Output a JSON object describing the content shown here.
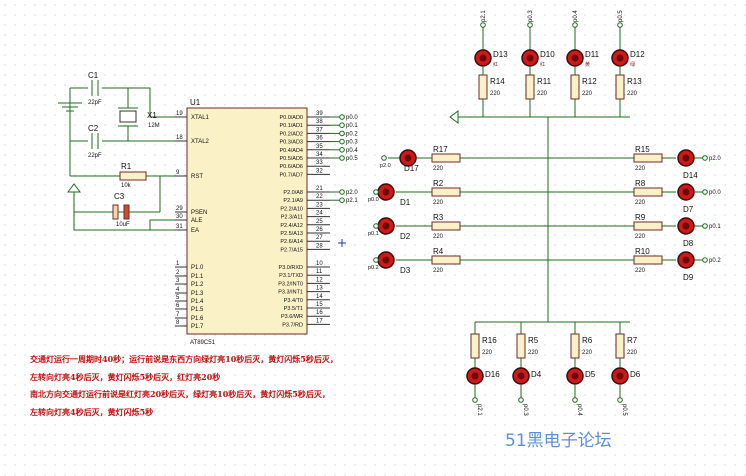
{
  "mcu": {
    "ref": "U1",
    "part": "AT89C51",
    "left_pins": [
      {
        "num": "19",
        "name": "XTAL1"
      },
      {
        "num": "18",
        "name": "XTAL2"
      },
      {
        "num": "9",
        "name": "RST"
      },
      {
        "num": "29",
        "name": "PSEN"
      },
      {
        "num": "30",
        "name": "ALE"
      },
      {
        "num": "31",
        "name": "EA"
      },
      {
        "num": "1",
        "name": "P1.0"
      },
      {
        "num": "2",
        "name": "P1.1"
      },
      {
        "num": "3",
        "name": "P1.2"
      },
      {
        "num": "4",
        "name": "P1.3"
      },
      {
        "num": "5",
        "name": "P1.4"
      },
      {
        "num": "6",
        "name": "P1.5"
      },
      {
        "num": "7",
        "name": "P1.6"
      },
      {
        "num": "8",
        "name": "P1.7"
      }
    ],
    "right_pins": [
      {
        "num": "39",
        "name": "P0.0/AD0",
        "net": "p0.0"
      },
      {
        "num": "38",
        "name": "P0.1/AD1",
        "net": "p0.1"
      },
      {
        "num": "37",
        "name": "P0.2/AD2",
        "net": "p0.2"
      },
      {
        "num": "36",
        "name": "P0.3/AD3",
        "net": "p0.3"
      },
      {
        "num": "35",
        "name": "P0.4/AD4",
        "net": "p0.4"
      },
      {
        "num": "34",
        "name": "P0.5/AD5",
        "net": "p0.5"
      },
      {
        "num": "33",
        "name": "P0.6/AD6",
        "net": ""
      },
      {
        "num": "32",
        "name": "P0.7/AD7",
        "net": ""
      },
      {
        "num": "21",
        "name": "P2.0/A8",
        "net": "p2.0"
      },
      {
        "num": "22",
        "name": "P2.1/A9",
        "net": "p2.1"
      },
      {
        "num": "23",
        "name": "P2.2/A10",
        "net": ""
      },
      {
        "num": "24",
        "name": "P2.3/A11",
        "net": ""
      },
      {
        "num": "25",
        "name": "P2.4/A12",
        "net": ""
      },
      {
        "num": "26",
        "name": "P2.5/A13",
        "net": ""
      },
      {
        "num": "27",
        "name": "P2.6/A14",
        "net": ""
      },
      {
        "num": "28",
        "name": "P2.7/A15",
        "net": ""
      },
      {
        "num": "10",
        "name": "P3.0/RXD",
        "net": ""
      },
      {
        "num": "11",
        "name": "P3.1/TXD",
        "net": ""
      },
      {
        "num": "12",
        "name": "P3.2/INT0",
        "net": ""
      },
      {
        "num": "13",
        "name": "P3.3/INT1",
        "net": ""
      },
      {
        "num": "14",
        "name": "P3.4/T0",
        "net": ""
      },
      {
        "num": "15",
        "name": "P3.5/T1",
        "net": ""
      },
      {
        "num": "16",
        "name": "P3.6/WR",
        "net": ""
      },
      {
        "num": "17",
        "name": "P3.7/RD",
        "net": ""
      }
    ]
  },
  "support": {
    "c1": {
      "ref": "C1",
      "value": "22pF"
    },
    "c2": {
      "ref": "C2",
      "value": "22pF"
    },
    "x1": {
      "ref": "X1",
      "value": "12M"
    },
    "r1": {
      "ref": "R1",
      "value": "10k"
    },
    "c3": {
      "ref": "C3",
      "value": "10uF"
    }
  },
  "top_group": [
    {
      "net": "p2.1",
      "led": "D13",
      "color": "红",
      "res": "R14",
      "value": "220"
    },
    {
      "net": "p0.3",
      "led": "D10",
      "color": "红",
      "res": "R11",
      "value": "220"
    },
    {
      "net": "p0.4",
      "led": "D11",
      "color": "黄",
      "res": "R12",
      "value": "220"
    },
    {
      "net": "p0.5",
      "led": "D12",
      "color": "绿",
      "res": "R13",
      "value": "220"
    }
  ],
  "left_group": [
    {
      "net": "p2.0",
      "led": "D17",
      "color": "",
      "res": "R17",
      "value": "220"
    },
    {
      "net": "p0.0",
      "led": "D1",
      "color": "",
      "res": "R2",
      "value": "220"
    },
    {
      "net": "p0.1",
      "led": "D2",
      "color": "",
      "res": "R3",
      "value": "220"
    },
    {
      "net": "p0.2",
      "led": "D3",
      "color": "",
      "res": "R4",
      "value": "220"
    }
  ],
  "right_group": [
    {
      "net": "p2.0",
      "led": "D14",
      "color": "",
      "res": "R15",
      "value": "220"
    },
    {
      "net": "p0.0",
      "led": "D7",
      "color": "",
      "res": "R8",
      "value": "220"
    },
    {
      "net": "p0.1",
      "led": "D8",
      "color": "",
      "res": "R9",
      "value": "220"
    },
    {
      "net": "p0.2",
      "led": "D9",
      "color": "",
      "res": "R10",
      "value": "220"
    }
  ],
  "bottom_group": [
    {
      "net": "p2.1",
      "led": "D16",
      "color": "",
      "res": "R16",
      "value": "220"
    },
    {
      "net": "p0.3",
      "led": "D4",
      "color": "",
      "res": "R5",
      "value": "220"
    },
    {
      "net": "p0.4",
      "led": "D5",
      "color": "",
      "res": "R6",
      "value": "220"
    },
    {
      "net": "p0.5",
      "led": "D6",
      "color": "",
      "res": "R7",
      "value": "220"
    }
  ],
  "notes": [
    "交通灯运行一周期时40秒；运行前说是东西方向绿灯亮10秒后灭，黄灯闪烁5秒后灭，",
    "左转向灯亮4秒后灭，黄灯闪烁5秒后灭，红灯亮20秒",
    "南北方向交通灯运行前说是红灯亮20秒后灭，绿灯亮10秒后灭，黄灯闪烁5秒后灭，",
    "左转向灯亮4秒后灭，黄灯闪烁5秒"
  ],
  "watermark": "51黑电子论坛",
  "colors": {
    "wire": "#1f6b1f",
    "led_body": "#d01818",
    "note_text": "#c01010",
    "watermark": "#5b8fd8"
  }
}
